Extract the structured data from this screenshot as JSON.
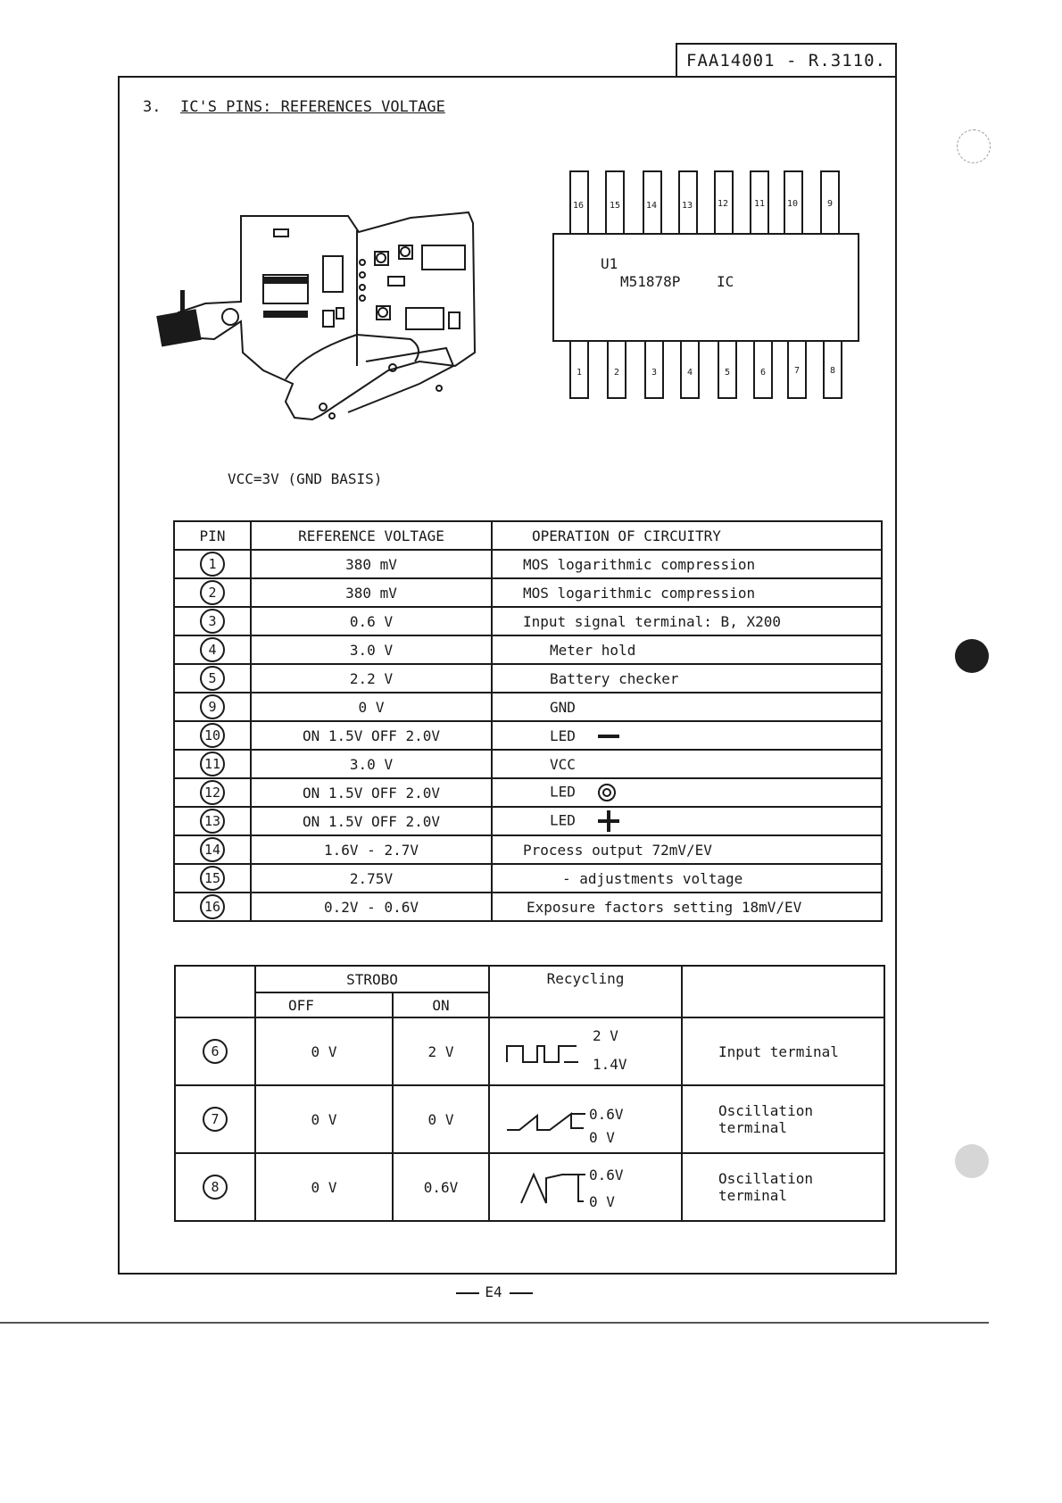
{
  "header": {
    "doc_id": "FAA14001 - R.3110."
  },
  "section": {
    "number": "3.",
    "title": "IC'S PINS:  REFERENCES VOLTAGE"
  },
  "ic": {
    "label_u": "U1",
    "label_part": "M51878P",
    "label_type": "IC",
    "top_pins": [
      "16",
      "15",
      "14",
      "13",
      "12",
      "11",
      "10",
      "9"
    ],
    "bottom_pins": [
      "1",
      "2",
      "3",
      "4",
      "5",
      "6",
      "7",
      "8"
    ]
  },
  "vcc_note": "VCC=3V (GND BASIS)",
  "ref_table": {
    "headers": [
      "PIN",
      "REFERENCE VOLTAGE",
      "OPERATION OF CIRCUITRY"
    ],
    "rows": [
      {
        "pin": "1",
        "voltage": "380 mV",
        "operation": "MOS logarithmic compression"
      },
      {
        "pin": "2",
        "voltage": "380 mV",
        "operation": "MOS logarithmic compression"
      },
      {
        "pin": "3",
        "voltage": "0.6  V",
        "operation": "Input signal terminal:  B, X200"
      },
      {
        "pin": "4",
        "voltage": "3.0  V",
        "operation": "Meter hold"
      },
      {
        "pin": "5",
        "voltage": "2.2  V",
        "operation": "Battery checker"
      },
      {
        "pin": "9",
        "voltage": "0    V",
        "operation": "GND"
      },
      {
        "pin": "10",
        "voltage": "ON 1.5V OFF 2.0V",
        "operation": "LED"
      },
      {
        "pin": "11",
        "voltage": "3.0  V",
        "operation": "VCC"
      },
      {
        "pin": "12",
        "voltage": "ON 1.5V OFF 2.0V",
        "operation": "LED"
      },
      {
        "pin": "13",
        "voltage": "ON 1.5V OFF 2.0V",
        "operation": "LED"
      },
      {
        "pin": "14",
        "voltage": "1.6V - 2.7V",
        "operation": "Process output     72mV/EV"
      },
      {
        "pin": "15",
        "voltage": "2.75V",
        "operation": "- adjustments voltage"
      },
      {
        "pin": "16",
        "voltage": "0.2V - 0.6V",
        "operation": "Exposure factors setting    18mV/EV"
      }
    ]
  },
  "strobe_table": {
    "group_header": "STROBO",
    "sub_off": "OFF",
    "sub_on": "ON",
    "recycling_header": "Recycling",
    "rows": [
      {
        "pin": "6",
        "off": "0 V",
        "on": "2 V",
        "wave_hi": "2 V",
        "wave_lo": "1.4V",
        "function": "Input terminal"
      },
      {
        "pin": "7",
        "off": "0 V",
        "on": "0 V",
        "wave_hi": "0.6V",
        "wave_lo": "0 V",
        "function": "Oscillation terminal"
      },
      {
        "pin": "8",
        "off": "0 V",
        "on": "0.6V",
        "wave_hi": "0.6V",
        "wave_lo": "0 V",
        "function": "Oscillation terminal"
      }
    ]
  },
  "footer": {
    "page_number": "E4"
  }
}
